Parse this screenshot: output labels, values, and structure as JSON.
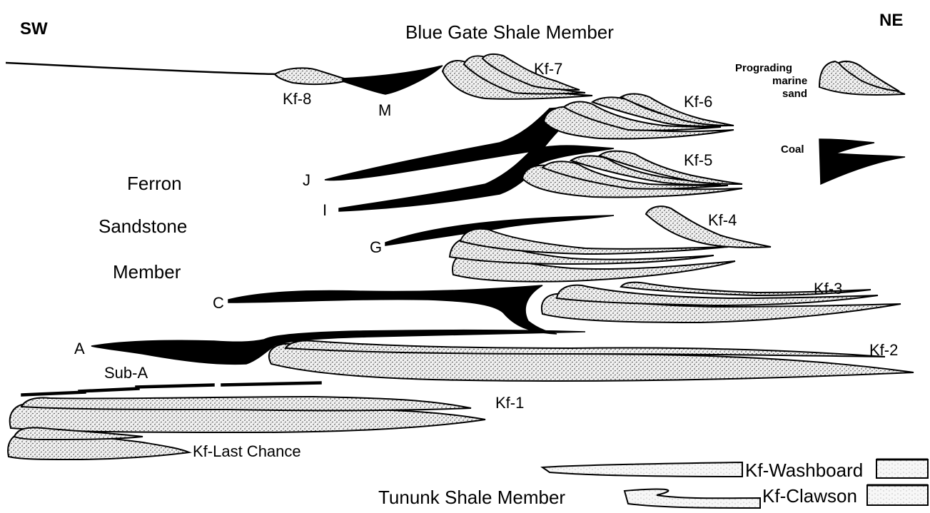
{
  "orientation": {
    "left": "SW",
    "right": "NE"
  },
  "members": {
    "top": "Blue Gate Shale Member",
    "middle_line1": "Ferron",
    "middle_line2": "Sandstone",
    "middle_line3": "Member",
    "bottom": "Tununk Shale Member"
  },
  "parasequences": {
    "kf8": "Kf-8",
    "kf7": "Kf-7",
    "kf6": "Kf-6",
    "kf5": "Kf-5",
    "kf4": "Kf-4",
    "kf3": "Kf-3",
    "kf2": "Kf-2",
    "kf1": "Kf-1",
    "kf_last_chance": "Kf-Last Chance",
    "kf_washboard": "Kf-Washboard",
    "kf_clawson": "Kf-Clawson"
  },
  "coal_zones": {
    "m": "M",
    "j": "J",
    "i": "I",
    "g": "G",
    "c": "C",
    "a": "A",
    "sub_a": "Sub-A"
  },
  "legend": {
    "sand_line1": "Prograding",
    "sand_line2": "marine",
    "sand_line3": "sand",
    "coal": "Coal"
  }
}
